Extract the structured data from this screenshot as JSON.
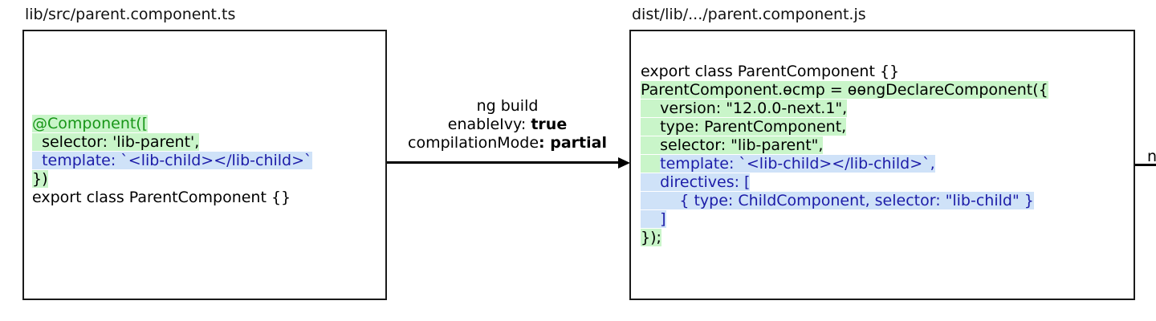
{
  "colors": {
    "highlight_green_bg": "#c9f5c9",
    "highlight_blue_bg": "#cfe2f8",
    "text_green": "#189618",
    "text_blue": "#1c1ca8",
    "text_black": "#000000",
    "box_border": "#1a1a1a"
  },
  "left_panel": {
    "title": "lib/src/parent.component.ts",
    "code_lines": [
      [
        {
          "text": "@Component([",
          "bg": "green",
          "color": "green"
        }
      ],
      [
        {
          "text": "  selector: 'lib-parent',",
          "bg": "green",
          "color": "black"
        }
      ],
      [
        {
          "text": "  template: `<lib-child></lib-child>`",
          "bg": "blue",
          "color": "blue"
        }
      ],
      [
        {
          "text": "})",
          "bg": "green",
          "color": "black"
        }
      ],
      [
        {
          "text": "export class ParentComponent {}",
          "bg": "none",
          "color": "black"
        }
      ]
    ]
  },
  "build_arrow": {
    "label_lines": [
      [
        {
          "text": "ng build",
          "bold": false
        }
      ],
      [
        {
          "text": "enableIvy: ",
          "bold": false
        },
        {
          "text": "true",
          "bold": true
        }
      ],
      [
        {
          "text": "compilationMode",
          "bold": false
        },
        {
          "text": ": partial",
          "bold": true
        }
      ]
    ]
  },
  "right_panel": {
    "title": "dist/lib/.../parent.component.js",
    "code_lines": [
      [
        {
          "text": "export class ParentComponent {}",
          "bg": "none",
          "color": "black"
        }
      ],
      [
        {
          "text": "ParentComponent.ɵcmp = ɵɵngDeclareComponent({",
          "bg": "green",
          "color": "black"
        }
      ],
      [
        {
          "text": "    version: \"12.0.0-next.1\",",
          "bg": "green",
          "color": "black"
        }
      ],
      [
        {
          "text": "    type: ParentComponent,",
          "bg": "green",
          "color": "black"
        }
      ],
      [
        {
          "text": "    selector: \"lib-parent\",",
          "bg": "green",
          "color": "black"
        }
      ],
      [
        {
          "text": "    ",
          "bg": "green",
          "color": "black"
        },
        {
          "text": "template: `<lib-child></lib-child>`,",
          "bg": "blue",
          "color": "blue"
        }
      ],
      [
        {
          "text": "    directives: [",
          "bg": "blue",
          "color": "blue"
        }
      ],
      [
        {
          "text": "        { type: ChildComponent, selector: \"lib-child\" }",
          "bg": "blue",
          "color": "blue"
        }
      ],
      [
        {
          "text": "    ]",
          "bg": "blue",
          "color": "blue"
        }
      ],
      [
        {
          "text": "});",
          "bg": "green",
          "color": "black"
        }
      ]
    ]
  },
  "right_edge": {
    "clipped_label": "n"
  }
}
